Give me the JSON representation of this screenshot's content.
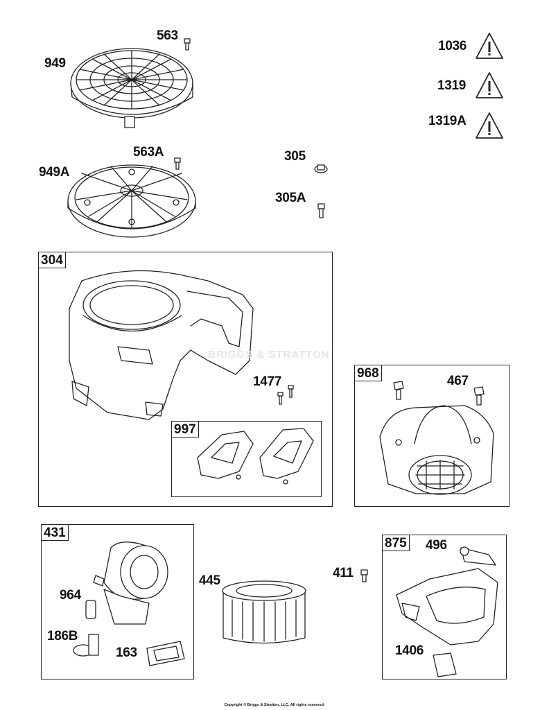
{
  "parts": {
    "p563": "563",
    "p949": "949",
    "p563A": "563A",
    "p949A": "949A",
    "p305": "305",
    "p305A": "305A",
    "p1036": "1036",
    "p1319": "1319",
    "p1319A": "1319A",
    "p304": "304",
    "p1477": "1477",
    "p997": "997",
    "p968": "968",
    "p467": "467",
    "p431": "431",
    "p964": "964",
    "p186B": "186B",
    "p163": "163",
    "p445": "445",
    "p411": "411",
    "p875": "875",
    "p496": "496",
    "p1406": "1406"
  },
  "watermark": "BRIGGS & STRATTON",
  "copyright": "Copyright © Briggs & Stratton, LLC. All rights reserved.",
  "icons": [
    "warning-triangle-icon"
  ],
  "colors": {
    "ink": "#222222",
    "watermark": "#e4e4e4"
  }
}
